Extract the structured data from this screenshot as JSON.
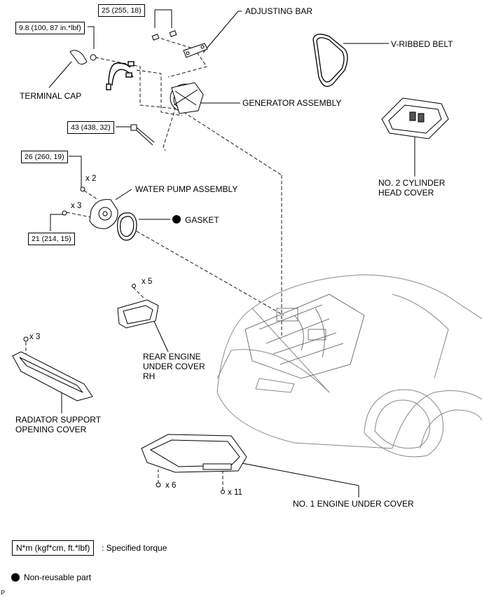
{
  "labels": {
    "adjusting_bar": "ADJUSTING BAR",
    "v_ribbed_belt": "V-RIBBED BELT",
    "terminal_cap": "TERMINAL CAP",
    "generator_assembly": "GENERATOR ASSEMBLY",
    "no2_cylinder_head_cover": "NO. 2 CYLINDER HEAD COVER",
    "water_pump_assembly": "WATER PUMP ASSEMBLY",
    "gasket": "GASKET",
    "rear_engine_under_cover_rh": "REAR ENGINE UNDER COVER RH",
    "radiator_support_opening_cover": "RADIATOR SUPPORT OPENING COVER",
    "no1_engine_under_cover": "NO. 1 ENGINE UNDER COVER"
  },
  "torques": {
    "adjusting_bar_bolt": "25 (255, 18)",
    "terminal_nut": "9.8 (100, 87 in.*lbf)",
    "generator_bolt": "43 (438, 32)",
    "water_pump_upper": "26 (260, 19)",
    "water_pump_lower": "21 (214, 15)"
  },
  "quantities": {
    "water_pump_upper": "x 2",
    "water_pump_lower": "x 3",
    "rear_under_cover": "x 5",
    "radiator_cover": "x 3",
    "under_cover_bolt": "x 6",
    "under_cover_clip": "x 11"
  },
  "legend": {
    "unit_box": "N*m (kgf*cm, ft.*lbf)",
    "unit_desc": ": Specified torque",
    "non_reusable": "Non-reusable part"
  },
  "figure_code": "P"
}
